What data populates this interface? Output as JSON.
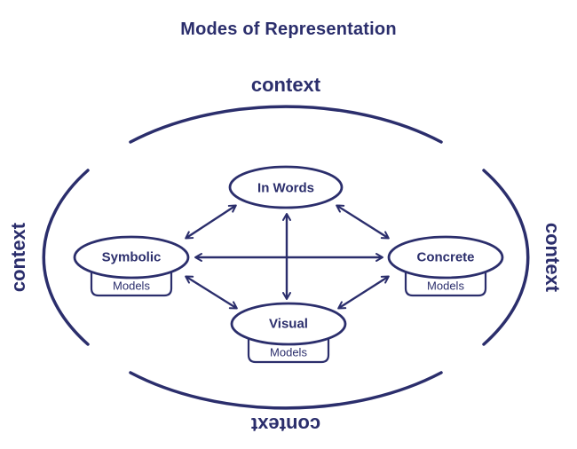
{
  "title": "Modes of Representation",
  "colors": {
    "ink": "#2b2e6c",
    "background": "#ffffff"
  },
  "context_labels": {
    "top": "context",
    "right": "context",
    "bottom": "context",
    "left": "context"
  },
  "nodes": {
    "in_words": {
      "label": "In Words"
    },
    "symbolic": {
      "label": "Symbolic",
      "sublabel": "Models"
    },
    "concrete": {
      "label": "Concrete",
      "sublabel": "Models"
    },
    "visual": {
      "label": "Visual",
      "sublabel": "Models"
    }
  },
  "edges": [
    {
      "from": "In Words",
      "to": "Symbolic",
      "style": "double-arrow"
    },
    {
      "from": "In Words",
      "to": "Concrete",
      "style": "double-arrow"
    },
    {
      "from": "In Words",
      "to": "Visual",
      "style": "double-arrow"
    },
    {
      "from": "Symbolic",
      "to": "Concrete",
      "style": "double-arrow"
    },
    {
      "from": "Symbolic",
      "to": "Visual",
      "style": "double-arrow"
    },
    {
      "from": "Concrete",
      "to": "Visual",
      "style": "double-arrow"
    }
  ]
}
